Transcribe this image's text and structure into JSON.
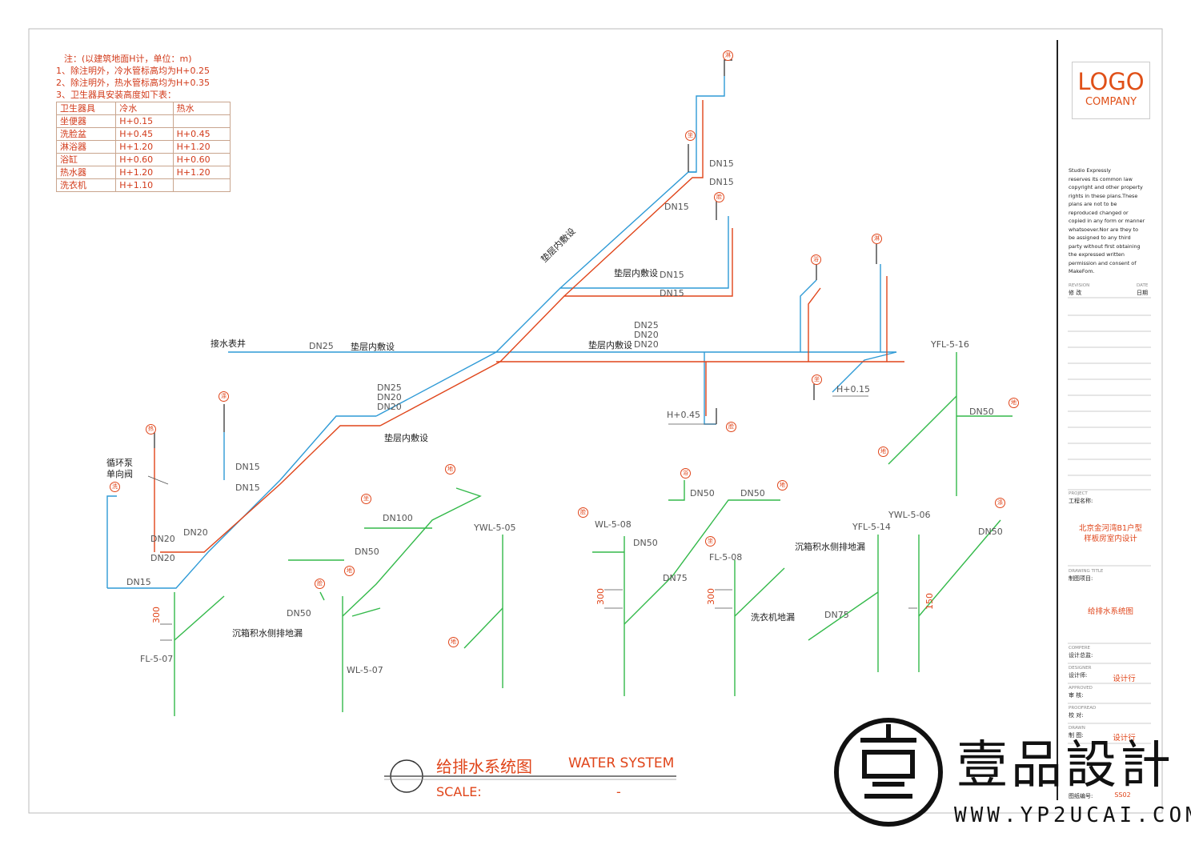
{
  "notes": {
    "heading": "注：(以建筑地面H计，单位：m)",
    "line1": "1、除注明外，冷水管标高均为H+0.25",
    "line2": "2、除注明外，热水管标高均为H+0.35",
    "line3": "3、卫生器具安装高度如下表：",
    "table": {
      "headers": [
        "卫生器具",
        "冷水",
        "热水"
      ],
      "rows": [
        [
          "坐便器",
          "H+0.15",
          ""
        ],
        [
          "洗脸盆",
          "H+0.45",
          "H+0.45"
        ],
        [
          "淋浴器",
          "H+1.20",
          "H+1.20"
        ],
        [
          "浴缸",
          "H+0.60",
          "H+0.60"
        ],
        [
          "热水器",
          "H+1.20",
          "H+1.20"
        ],
        [
          "洗衣机",
          "H+1.10",
          ""
        ]
      ]
    }
  },
  "title_block": {
    "logo_line1": "LOGO",
    "logo_line2": "COMPANY",
    "copyright": "Studio Expressly\n reserves its common law\ncopyright and other property\nrights in these plans.These\nplans are not to be\nreproduced changed or\ncopied in any form or manner\nwhatsoever.Nor are they  to\nbe assigned to any third\nparty without first obtaining\nthe expressed written\npermission and consent of\nMakeFom.",
    "revision_en": "REVISION",
    "revision_cn": "修  改",
    "date_en": "DATE",
    "date_cn": "日期",
    "project_en": "PROJECT",
    "project_cn": "工程名称:",
    "project_value1": "北京金河湾B1户型",
    "project_value2": "样板房室内设计",
    "drawing_title_en": "DRAWING TITLE",
    "drawing_title_cn": "制图项目:",
    "drawing_title_value": "给排水系统图",
    "compere_en": "COMPERE",
    "compere_cn": "设计总监:",
    "designer_en": "DESIGNER",
    "designer_cn": "设计师:",
    "designer_value": "设计行",
    "approved_en": "APPROVED",
    "approved_cn": "审  核:",
    "proofread_en": "PROOFREAD",
    "proofread_cn": "校  对:",
    "drawn_en": "DRAWN",
    "drawn_cn": "制  图:",
    "drawn_value": "设计行",
    "drawing_no_cn": "图纸编号:",
    "drawing_no_value": "SS02"
  },
  "drawing_title": {
    "cn": "给排水系统图",
    "en": "WATER SYSTEM",
    "scale_label": "SCALE:",
    "scale_value": "-"
  },
  "watermark": {
    "text": "壹品設計",
    "url": "WWW.YP2UCAI.COM"
  },
  "labels": {
    "water_meter": "接水表井",
    "in_cushion1": "垫层内敷设",
    "in_cushion2": "垫层内敷设",
    "in_cushion3": "垫层内敷设",
    "in_cushion4": "垫层内敷设",
    "in_cushion5": "垫层内敷设",
    "pump": "循环泵",
    "check_valve": "单向阀",
    "sink_drain1": "沉箱积水侧排地漏",
    "sink_drain2": "沉箱积水侧排地漏",
    "washer_drain": "洗衣机地漏",
    "h045": "H+0.45",
    "h015": "H+0.15",
    "ywl505": "YWL-5-05",
    "wl508": "WL-5-08",
    "fl508": "FL-5-08",
    "yfl514": "YFL-5-14",
    "ywl506": "YWL-5-06",
    "yfl516": "YFL-5-16",
    "fl507": "FL-5-07",
    "wl507": "WL-5-07",
    "dn25": "DN25",
    "dn20": "DN20",
    "dn15": "DN15",
    "dn50": "DN50",
    "dn75": "DN75",
    "dn100": "DN100",
    "h300": "300",
    "h150": "150"
  },
  "fixtures": {
    "shower": "淋",
    "toilet": "坐",
    "basin": "脸",
    "bath": "浴",
    "heater": "热",
    "washer": "洗",
    "floor": "地",
    "mop": "涤"
  },
  "colors": {
    "cold": "#2e9ad6",
    "hot": "#e0451a",
    "drain": "#33b94a",
    "accent": "#e0451a"
  }
}
